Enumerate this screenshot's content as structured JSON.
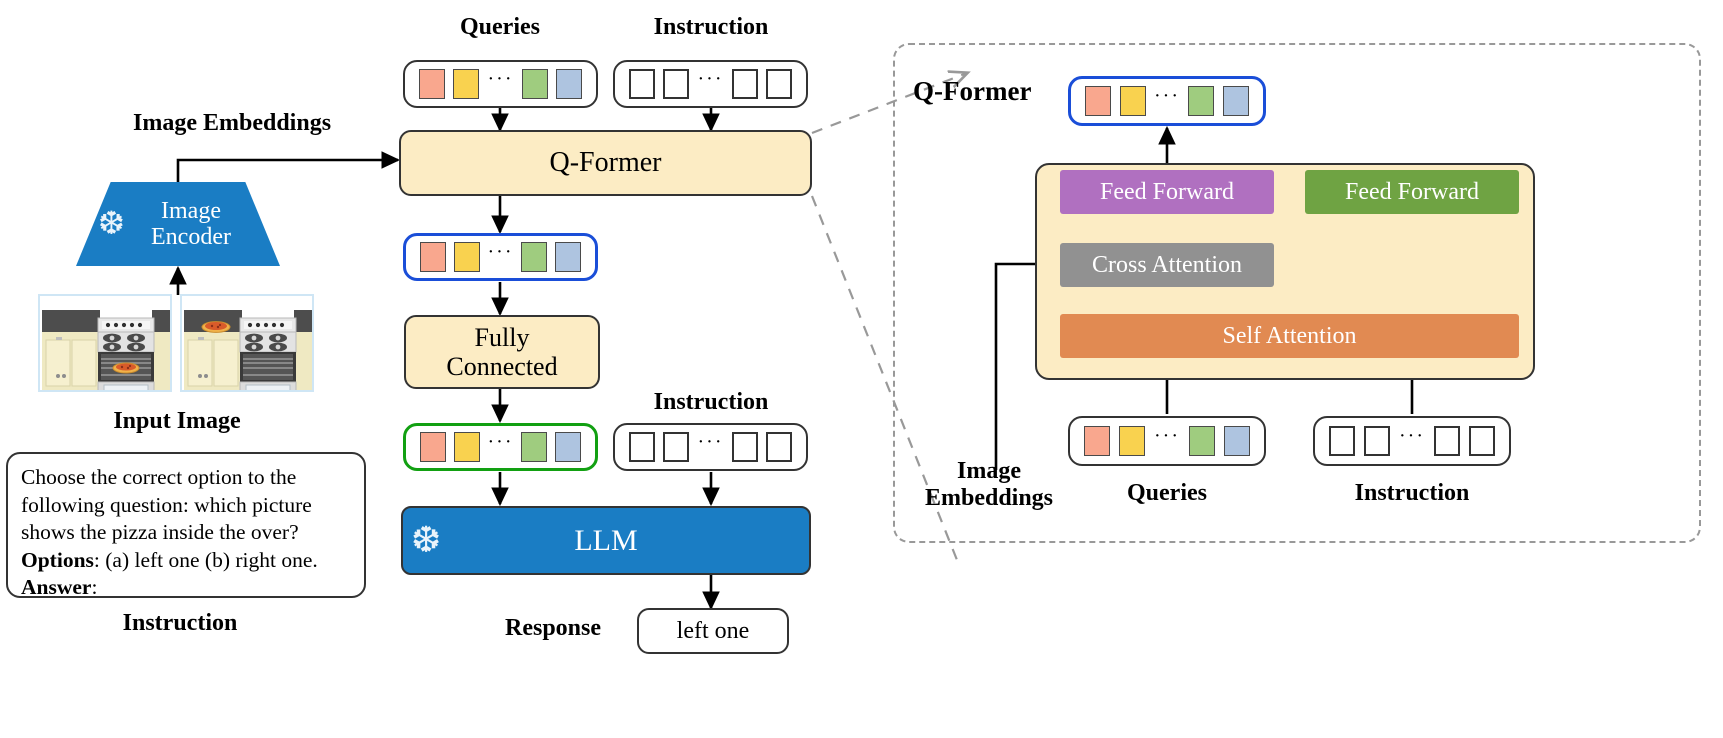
{
  "diagram": {
    "title": "Instruction-aware Q-Former vision-language model architecture"
  },
  "left": {
    "image_embeddings_label": "Image Embeddings",
    "encoder_label": "Image\nEncoder",
    "encoder_label_line1": "Image",
    "encoder_label_line2": "Encoder",
    "encoder_frozen": true,
    "input_image_label": "Input Image",
    "instruction_label": "Instruction",
    "instruction_text_line1": "Choose the correct option to the",
    "instruction_text_line2": "following question: which picture",
    "instruction_text_line3": "shows the pizza inside the over?",
    "instruction_options_key": "Options",
    "instruction_options_value": ": (a) left one (b) right one.",
    "instruction_answer_key": "Answer",
    "instruction_answer_value": ":"
  },
  "center": {
    "queries_label": "Queries",
    "instruction_label_top": "Instruction",
    "qformer_label": "Q-Former",
    "fully_connected_label": "Fully\nConnected",
    "fully_connected_line1": "Fully",
    "fully_connected_line2": "Connected",
    "instruction_label_bottom": "Instruction",
    "llm_label": "LLM",
    "llm_frozen": true,
    "response_label": "Response",
    "response_value": "left one"
  },
  "detail": {
    "panel_title": "Q-Former",
    "feed_forward_left": "Feed Forward",
    "feed_forward_right": "Feed Forward",
    "cross_attention": "Cross Attention",
    "self_attention": "Self Attention",
    "image_embeddings_label_line1": "Image",
    "image_embeddings_label_line2": "Embeddings",
    "queries_label": "Queries",
    "instruction_label": "Instruction"
  },
  "tokens": {
    "query_colors": [
      "#f9a78e",
      "#f9d24f",
      "#9fcc7f",
      "#aec4e0"
    ],
    "ellipsis": "···",
    "instruction_token_count": 4
  },
  "colors": {
    "qformer_fill": "#fcecc4",
    "llm_fill": "#1a7dc4",
    "encoder_fill": "#1a7dc4",
    "feed_forward_left_fill": "#b070c0",
    "feed_forward_right_fill": "#6fa343",
    "cross_attention_fill": "#919191",
    "self_attention_fill": "#e18a52",
    "output_token_border": "#1a4ed8",
    "llm_input_token_border": "#12a012",
    "dashed_border": "#999999"
  },
  "icons": {
    "snowflake": "❆"
  }
}
